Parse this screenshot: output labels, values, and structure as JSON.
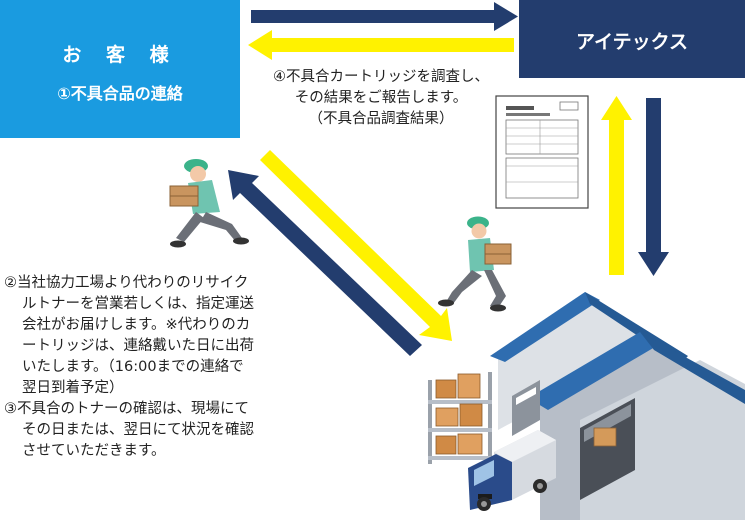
{
  "customer_box": {
    "title": "お 客 様",
    "step1": "①不具合品の連絡"
  },
  "company_box": {
    "title": "アイテックス"
  },
  "report_note": {
    "lines": [
      "④不具合カートリッジを調査し、",
      "その結果をご報告します。",
      "（不具合品調査結果）"
    ]
  },
  "left_note": {
    "lines": [
      "②当社協力工場より代わりのリサイク",
      "ルトナーを営業若しくは、指定運送",
      "会社がお届けします。※代わりのカ",
      "ートリッジは、連絡戴いた日に出荷",
      "いたします。（16:00までの連絡で",
      "翌日到着予定）",
      "③不具合のトナーの確認は、現場にて",
      "その日または、翌日にて状況を確認",
      "させていただきます。"
    ]
  },
  "colors": {
    "customer": "#1a9be0",
    "company": "#233d6e",
    "arrow_navy": "#233d6e",
    "arrow_yellow": "#fff200"
  },
  "icons": [
    "delivery-person-icon",
    "report-document-icon",
    "warehouse-icon",
    "truck-icon",
    "shelf-boxes-icon"
  ]
}
